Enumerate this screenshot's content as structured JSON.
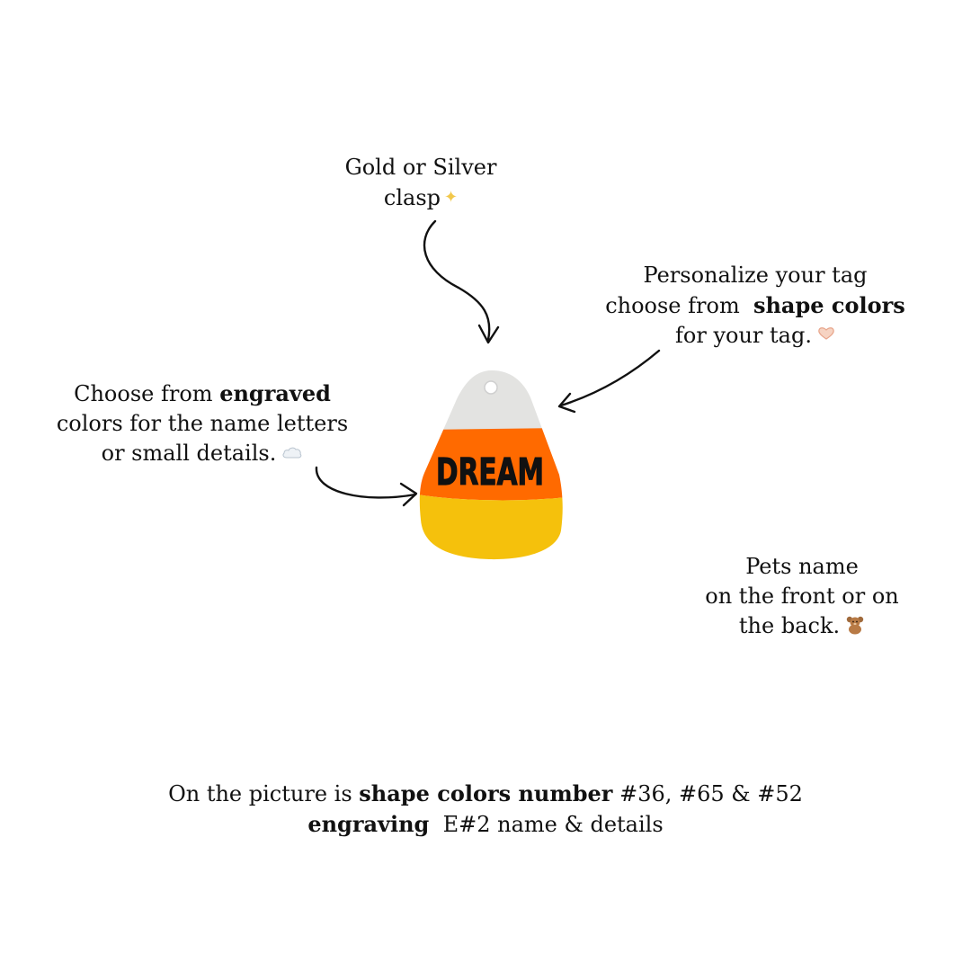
{
  "callouts": {
    "clasp": {
      "line1": "Gold or Silver",
      "line2": "clasp",
      "icon": "sparkles-icon"
    },
    "shape": {
      "line1": "Personalize your tag",
      "line2_pre": "choose from",
      "line2_bold": "shape colors",
      "line3": "for your tag.",
      "icon": "heart-hands-icon"
    },
    "engraved": {
      "line1_pre": "Choose from",
      "line1_bold": "engraved",
      "line2": "colors for the name letters",
      "line3": "or small details.",
      "icon": "cloud-icon"
    },
    "pets_name": {
      "line1": "Pets name",
      "line2": "on the front or on",
      "line3": "the back.",
      "icon": "teddy-bear-icon"
    }
  },
  "tag": {
    "engraved_text": "DREAM",
    "colors": {
      "top": "#e3e3e1",
      "middle": "#ff6a00",
      "bottom": "#f5c10c",
      "engraving": "#111111"
    }
  },
  "footer": {
    "line1_pre": "On the picture is",
    "line1_bold": "shape colors number",
    "line1_post": "#36, #65 & #52",
    "line2_bold": "engraving",
    "line2_post": "E#2 name & details"
  }
}
